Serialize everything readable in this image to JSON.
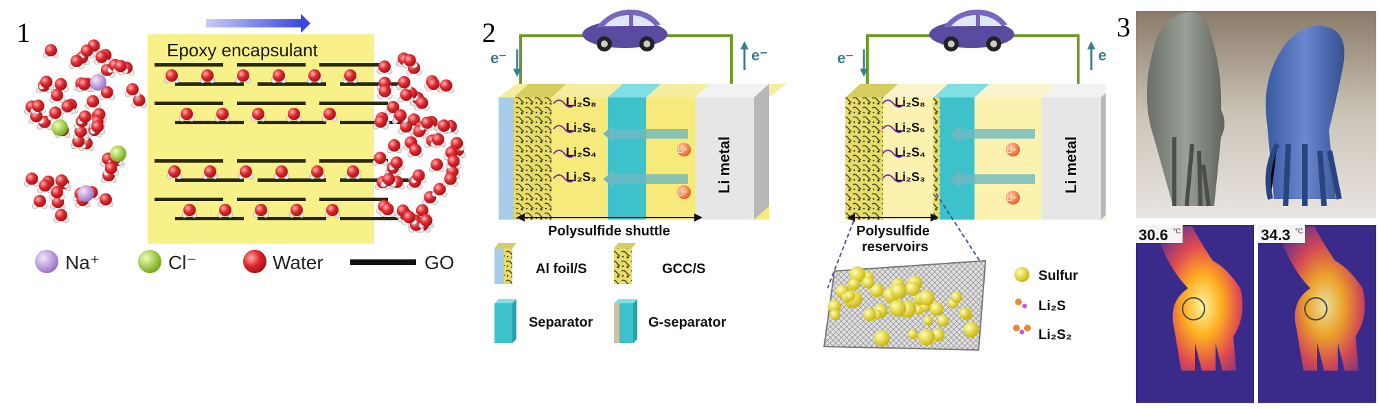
{
  "panel1": {
    "number": "1",
    "title": "Epoxy encapsulant",
    "legend": {
      "na": "Na⁺",
      "cl": "Cl⁻",
      "water": "Water",
      "go": "GO"
    },
    "colors": {
      "na": "#b98ed8",
      "cl": "#9acc2a",
      "water": "#e0282e",
      "go": "#2a2a12",
      "band": "#f8f088",
      "arrow": "#4455e0"
    }
  },
  "panel2": {
    "number": "2",
    "electron": "e⁻",
    "plus": "+",
    "minus": "−",
    "li_metal": "Li metal",
    "species": [
      "Li₂S₈",
      "Li₂S₆",
      "Li₂S₄",
      "Li₂S₃"
    ],
    "li_ion": "Li⁺",
    "left_caption": "Polysulfide shuttle",
    "right_caption": [
      "Polysulfide",
      "reservoirs"
    ],
    "legend": {
      "al_foil": "Al foil/S",
      "gcc": "GCC/S",
      "separator": "Separator",
      "g_separator": "G-separator",
      "sulfur": "Sulfur",
      "li2s": "Li₂S",
      "li2s2": "Li₂S₂"
    }
  },
  "panel3": {
    "number": "3",
    "temp_left": "30.6",
    "temp_right": "34.3",
    "unit": "°C"
  }
}
